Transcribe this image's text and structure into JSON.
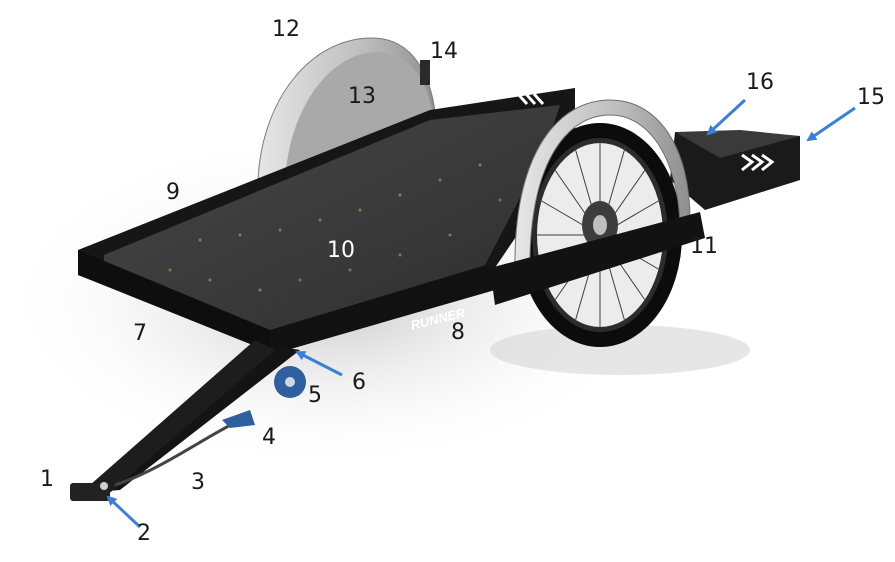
{
  "diagram": {
    "brand_label": "RUNNER",
    "colors": {
      "frame": "#151515",
      "deck": "#3c3c3c",
      "fender": "#c9c9c9",
      "arrow": "#3a7fd5",
      "hub": "#2f5f9e",
      "label": "#1a1a1a"
    },
    "callouts": [
      {
        "id": "c1",
        "label": "1"
      },
      {
        "id": "c2",
        "label": "2"
      },
      {
        "id": "c3",
        "label": "3"
      },
      {
        "id": "c4",
        "label": "4"
      },
      {
        "id": "c5",
        "label": "5"
      },
      {
        "id": "c6",
        "label": "6"
      },
      {
        "id": "c7",
        "label": "7"
      },
      {
        "id": "c8",
        "label": "8"
      },
      {
        "id": "c9",
        "label": "9"
      },
      {
        "id": "c10",
        "label": "10"
      },
      {
        "id": "c11",
        "label": "11"
      },
      {
        "id": "c12",
        "label": "12"
      },
      {
        "id": "c13",
        "label": "13"
      },
      {
        "id": "c14",
        "label": "14"
      },
      {
        "id": "c15",
        "label": "15"
      },
      {
        "id": "c16",
        "label": "16"
      }
    ]
  }
}
